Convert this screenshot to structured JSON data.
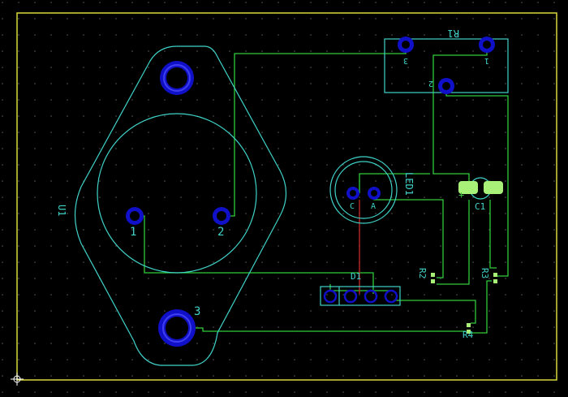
{
  "colors": {
    "background": "#000000",
    "grid_dot": "#5a5a5a",
    "board_outline": "#d9d93a",
    "silkscreen": "#3fd3c9",
    "trace_top": "#2fcc3a",
    "trace_red": "#cc2a2a",
    "pad_outer": "#1010c8",
    "pad_inner": "#3f3ff0",
    "smd_pad": "#a8f078"
  },
  "components": {
    "u1": {
      "ref": "U1",
      "pin1": "1",
      "pin2": "2",
      "pin3": "3"
    },
    "r1": {
      "ref": "R1",
      "pin1": "1",
      "pin2": "2",
      "pin3": "3"
    },
    "led1": {
      "ref": "LED1",
      "pin_c": "C",
      "pin_a": "A"
    },
    "c1": {
      "ref": "C1",
      "plus": "+"
    },
    "d1": {
      "ref": "D1"
    },
    "r2": {
      "ref": "R2"
    },
    "r3": {
      "ref": "R3"
    },
    "r4": {
      "ref": "R4"
    }
  }
}
